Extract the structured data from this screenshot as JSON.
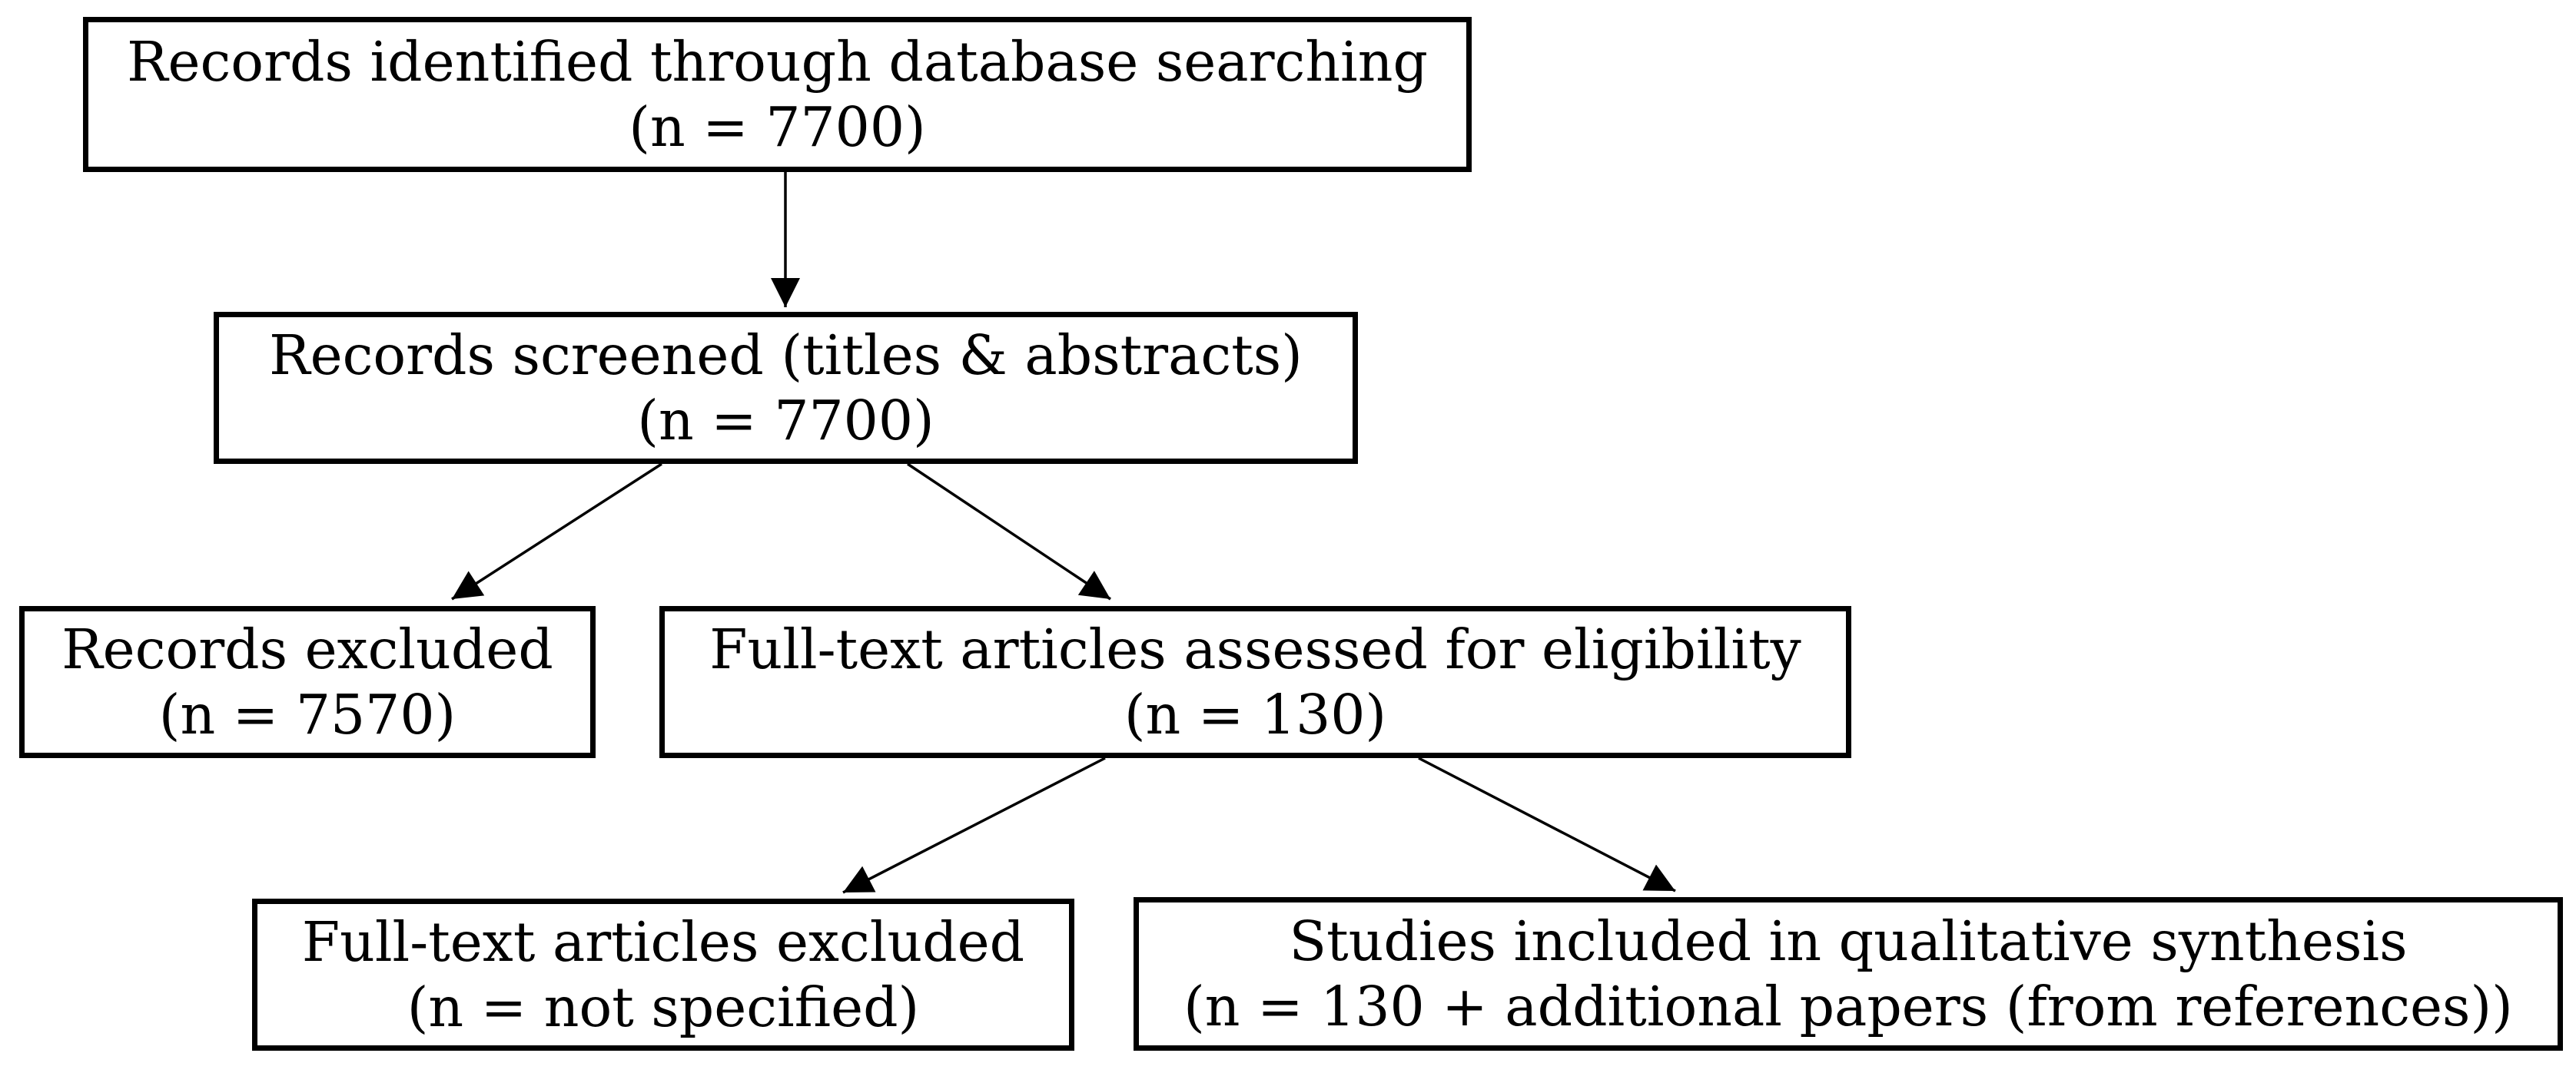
{
  "diagram": {
    "type": "flowchart",
    "background_color": "#ffffff",
    "box_border_color": "#000000",
    "arrow_color": "#000000",
    "text_color": "#000000",
    "nodes": [
      {
        "id": "records-identified",
        "label": "Records identified through database searching",
        "count": "(n = 7700)"
      },
      {
        "id": "records-screened",
        "label": "Records screened (titles & abstracts)",
        "count": "(n = 7700)"
      },
      {
        "id": "records-excluded",
        "label": "Records excluded",
        "count": "(n = 7570)"
      },
      {
        "id": "fulltext-assessed",
        "label": "Full-text articles assessed for eligibility",
        "count": "(n = 130)"
      },
      {
        "id": "fulltext-excluded",
        "label": "Full-text articles excluded",
        "count": "(n = not specified)"
      },
      {
        "id": "studies-included",
        "label": "Studies included in qualitative synthesis",
        "count": "(n = 130 + additional papers (from references))"
      }
    ],
    "edges": [
      {
        "from": "records-identified",
        "to": "records-screened"
      },
      {
        "from": "records-screened",
        "to": "records-excluded"
      },
      {
        "from": "records-screened",
        "to": "fulltext-assessed"
      },
      {
        "from": "fulltext-assessed",
        "to": "fulltext-excluded"
      },
      {
        "from": "fulltext-assessed",
        "to": "studies-included"
      }
    ]
  }
}
